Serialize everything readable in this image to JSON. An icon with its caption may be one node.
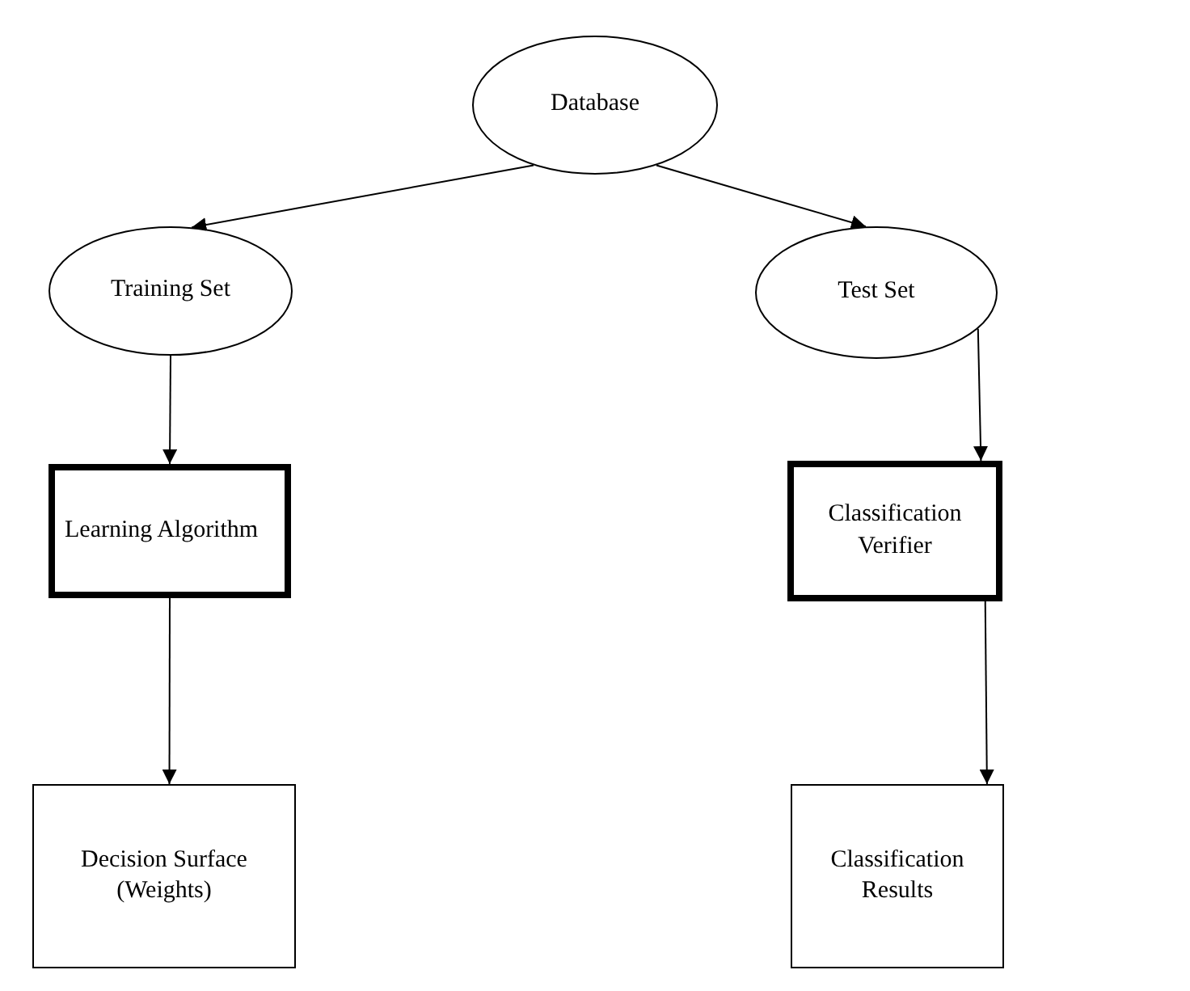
{
  "diagram": {
    "nodes": [
      {
        "text": [
          "Database"
        ]
      },
      {
        "text": [
          "Training Set"
        ]
      },
      {
        "text": [
          "Test Set"
        ]
      },
      {
        "text": [
          "Learning Algorithm"
        ]
      },
      {
        "text": [
          "Classification Verifier"
        ]
      },
      {
        "text": [
          "Decision Surface (Weights)"
        ]
      },
      {
        "text": [
          "Classification Results"
        ]
      }
    ],
    "edges": [
      {
        "from": 0,
        "to": 1,
        "arrow": "to"
      },
      {
        "from": 0,
        "to": 2,
        "arrow": "to"
      },
      {
        "from": 1,
        "to": 3,
        "arrow": "to"
      },
      {
        "from": 2,
        "to": 4,
        "arrow": "to"
      },
      {
        "from": 3,
        "to": 5,
        "arrow": "to"
      },
      {
        "from": 4,
        "to": 6,
        "arrow": "to"
      }
    ]
  }
}
